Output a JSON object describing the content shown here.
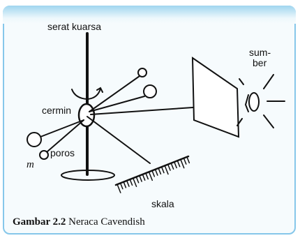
{
  "labels": {
    "fiber": "serat kuarsa",
    "source_line1": "sum-",
    "source_line2": "ber",
    "mirror": "cermin",
    "axis": "poros",
    "mass": "m",
    "scale": "skala"
  },
  "caption": {
    "figure_number": "Gambar 2.2",
    "title": "Neraca Cavendish"
  },
  "colors": {
    "frame_border": "#86c7ea",
    "frame_background": "#f6fbfd",
    "line": "#111111"
  }
}
